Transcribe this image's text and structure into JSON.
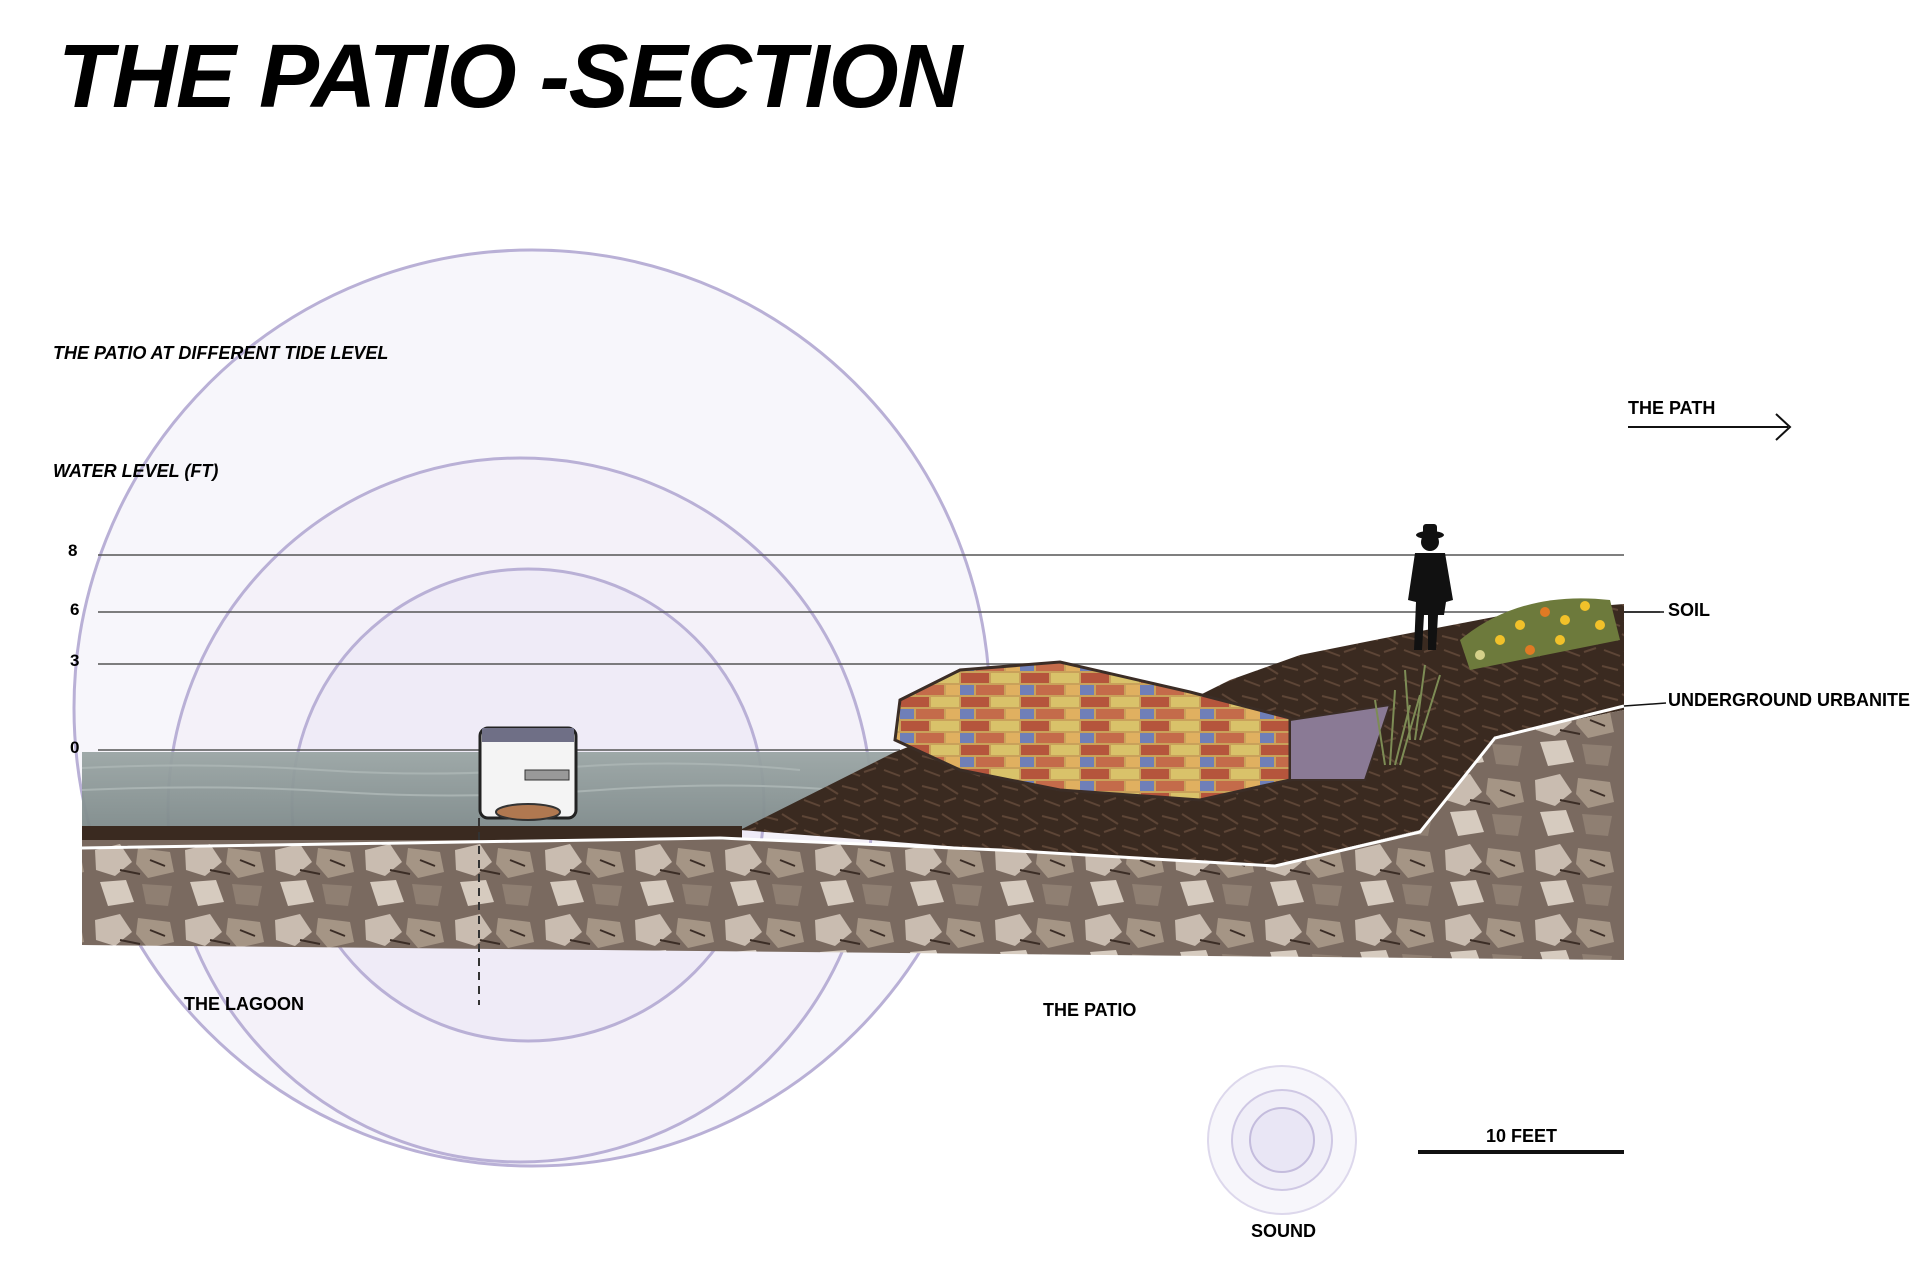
{
  "title": "THE PATIO -SECTION",
  "subtitle": "THE PATIO AT DIFFERENT TIDE LEVEL",
  "axis_label": "WATER LEVEL (FT)",
  "levels": [
    "8",
    "6",
    "3",
    "0"
  ],
  "path_label": "THE PATH",
  "layer_labels": {
    "soil": "SOIL",
    "urbanite": "UNDERGROUND URBANITE"
  },
  "zones": {
    "lagoon": "THE LAGOON",
    "patio": "THE PATIO"
  },
  "legend": {
    "sound": "SOUND",
    "scale": "10 FEET"
  },
  "colors": {
    "sound_ring": "#b9b0d6",
    "sound_fill": "#efedf7",
    "water": "#8e9998",
    "soil": "#3a2a20",
    "rubble": "#a8968a",
    "brick": "#b66a4c"
  }
}
